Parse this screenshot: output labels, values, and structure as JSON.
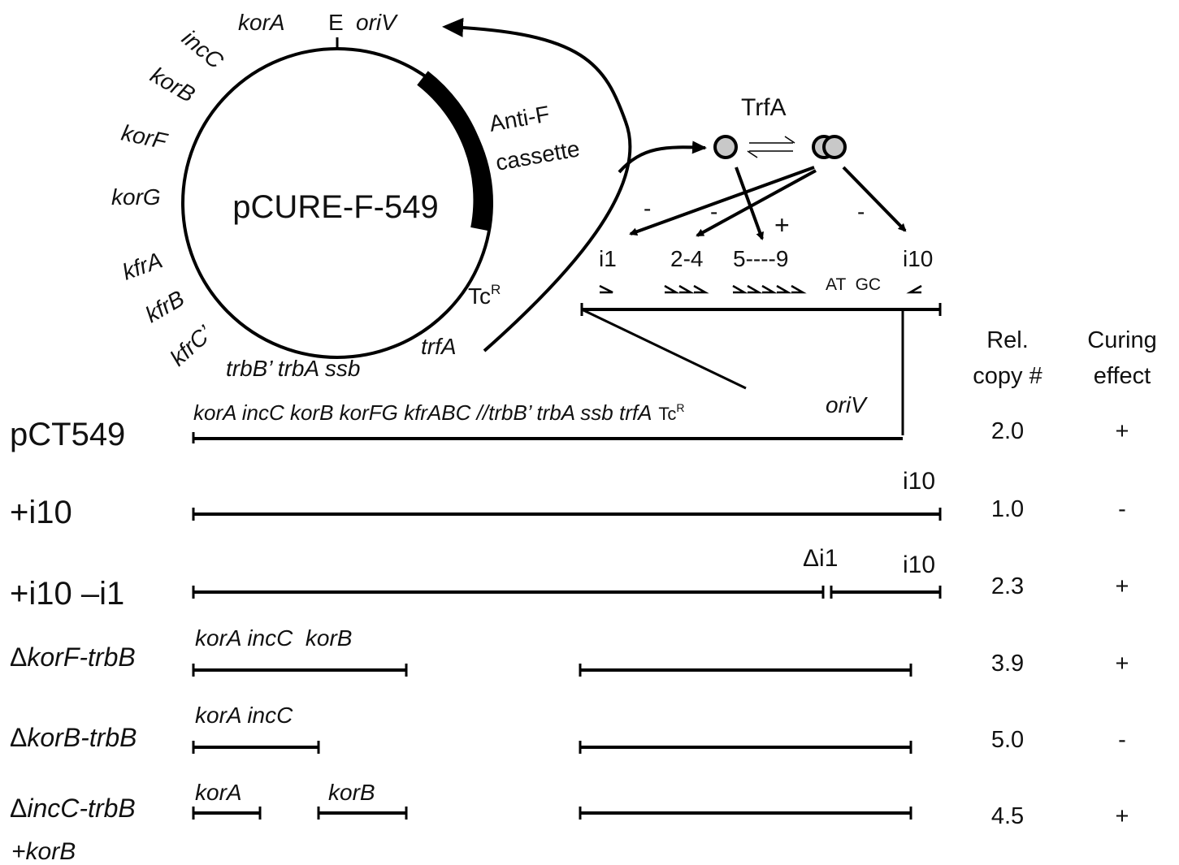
{
  "plasmid": {
    "name": "pCURE-F-549",
    "genes": [
      {
        "text": "korA"
      },
      {
        "text": "E"
      },
      {
        "text": "oriV"
      },
      {
        "text": "incC"
      },
      {
        "text": "korB"
      },
      {
        "text": "korF"
      },
      {
        "text": "korG"
      },
      {
        "text": "kfrA"
      },
      {
        "text": "kfrB"
      },
      {
        "text": "kfrC’"
      },
      {
        "text": "trbB’ trbA ssb"
      },
      {
        "text": "trfA"
      }
    ],
    "tcr": {
      "base": "Tc",
      "sup": "R"
    },
    "cassette_line1": "Anti-F",
    "cassette_line2": "cassette"
  },
  "trfa": {
    "label": "TrfA",
    "signs": [
      "-",
      "-",
      "+",
      "-"
    ],
    "iterons": [
      "i1",
      "2-4",
      "5----9",
      "i10"
    ],
    "at_gc": "AT  GC"
  },
  "columns": {
    "rel_line1": "Rel.",
    "rel_line2": "copy #",
    "cur_line1": "Curing",
    "cur_line2": "effect"
  },
  "rows": [
    {
      "name": "pCT549",
      "annotation": "korA incC korB korFG kfrABC //trbB’ trbA ssb trfA",
      "annotation_tc": {
        "base": "Tc",
        "sup": "R"
      },
      "annotation_oriv": "oriV",
      "rel_copy": "2.0",
      "curing": "+"
    },
    {
      "name": "+i10",
      "label_right": "i10",
      "rel_copy": "1.0",
      "curing": "-"
    },
    {
      "name": "+i10 –i1",
      "label_delta": "Δi1",
      "label_right": "i10",
      "rel_copy": "2.3",
      "curing": "+"
    },
    {
      "name_delta": "Δ",
      "name_it": "korF-trbB",
      "annotation": "korA incC  korB",
      "rel_copy": "3.9",
      "curing": "+"
    },
    {
      "name_delta": "Δ",
      "name_it": "korB-trbB",
      "annotation": "korA incC",
      "rel_copy": "5.0",
      "curing": "-"
    },
    {
      "name_delta": "Δ",
      "name_it": "incC-trbB",
      "name_line2": "+korB",
      "annotation_a": "korA",
      "annotation_b": "korB",
      "rel_copy": "4.5",
      "curing": "+"
    }
  ]
}
